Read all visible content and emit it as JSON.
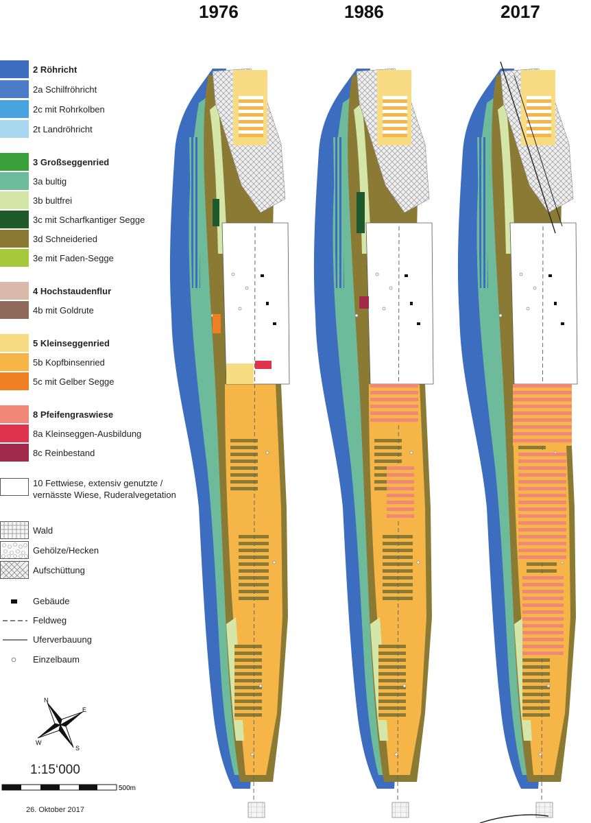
{
  "years": [
    "1976",
    "1986",
    "2017"
  ],
  "legend": [
    {
      "label": "2 Röhricht",
      "color": "#3d6dbf",
      "bold": true
    },
    {
      "label": "2a Schilfröhricht",
      "color": "#4a7cc9",
      "bold": false
    },
    {
      "label": "2c mit Rohrkolben",
      "color": "#4aa3df",
      "bold": false
    },
    {
      "label": "2t Landröhricht",
      "color": "#a8d8ef",
      "bold": false
    },
    {
      "label": "3 Großseggenried",
      "color": "#3aa03a",
      "bold": true
    },
    {
      "label": "3a bultig",
      "color": "#6dbb9a",
      "bold": false
    },
    {
      "label": "3b bultfrei",
      "color": "#d4e6a8",
      "bold": false
    },
    {
      "label": "3c mit Scharfkantiger Segge",
      "color": "#1e5a2c",
      "bold": false
    },
    {
      "label": "3d Schneideried",
      "color": "#8b7a33",
      "bold": false
    },
    {
      "label": "3e mit Faden-Segge",
      "color": "#a5c93a",
      "bold": false
    },
    {
      "label": "4 Hochstaudenflur",
      "color": "#d9b9ac",
      "bold": true
    },
    {
      "label": "4b mit Goldrute",
      "color": "#8f6a5b",
      "bold": false
    },
    {
      "label": "5 Kleinseggenried",
      "color": "#f7dc84",
      "bold": true
    },
    {
      "label": "5b Kopfbinsenried",
      "color": "#f6b547",
      "bold": false
    },
    {
      "label": "5c mit Gelber Segge",
      "color": "#ef7f23",
      "bold": false
    },
    {
      "label": "8 Pfeifengraswiese",
      "color": "#f08777",
      "bold": true
    },
    {
      "label": "8a Kleinseggen-Ausbildung",
      "color": "#e0334e",
      "bold": false
    },
    {
      "label": "8c Reinbestand",
      "color": "#a12a4a",
      "bold": false
    },
    {
      "label": "10 Fettwiese, extensiv genutzte /",
      "label2": "vernässte Wiese, Ruderalvegetation",
      "color": "#ffffff",
      "bold": false
    },
    {
      "label": "Wald",
      "color": "#f2f2f2",
      "pattern": "wald",
      "bold": false
    },
    {
      "label": "Gehölze/Hecken",
      "color": "#f7f7f7",
      "pattern": "gehoelze",
      "bold": false
    },
    {
      "label": "Aufschüttung",
      "color": "#e8e8e8",
      "pattern": "aufschuettung",
      "bold": false
    }
  ],
  "symbols": [
    {
      "label": "Gebäude",
      "icon": "building-icon"
    },
    {
      "label": "Feldweg",
      "icon": "dashed-line-icon"
    },
    {
      "label": "Uferverbauung",
      "icon": "solid-line-icon"
    },
    {
      "label": "Einzelbaum",
      "icon": "tree-circle-icon"
    }
  ],
  "north_arrow": {
    "n": "N",
    "e": "E",
    "s": "S",
    "w": "W"
  },
  "scale": {
    "ratio": "1:15‘000",
    "bar_label": "500m"
  },
  "date": "26. Oktober 2017"
}
